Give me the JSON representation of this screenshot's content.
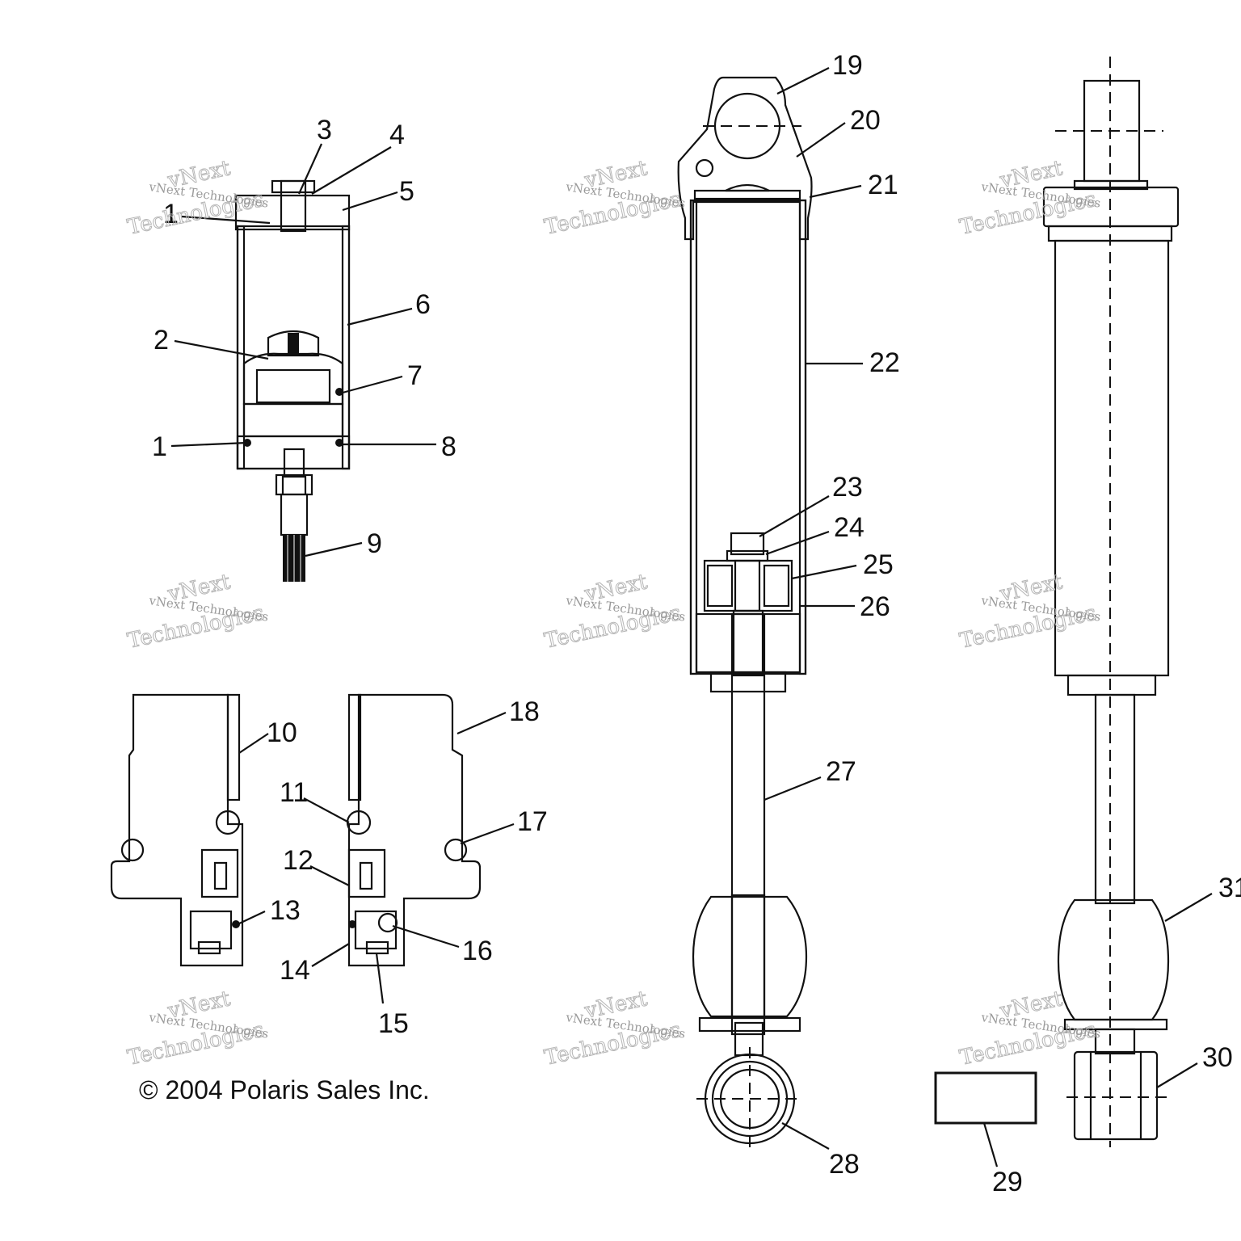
{
  "copyright": "© 2004 Polaris Sales Inc.",
  "watermark": {
    "line1": "vNext Technologies",
    "line2": "vNext",
    "line3": "Technologies"
  },
  "callouts": {
    "c1a": "1",
    "c1b": "1",
    "c2": "2",
    "c3": "3",
    "c4": "4",
    "c5": "5",
    "c6": "6",
    "c7": "7",
    "c8": "8",
    "c9": "9",
    "c10": "10",
    "c11": "11",
    "c12": "12",
    "c13": "13",
    "c14": "14",
    "c15": "15",
    "c16": "16",
    "c17": "17",
    "c18": "18",
    "c19": "19",
    "c20": "20",
    "c21": "21",
    "c22": "22",
    "c23": "23",
    "c24": "24",
    "c25": "25",
    "c26": "26",
    "c27": "27",
    "c28": "28",
    "c29": "29",
    "c30": "30",
    "c31": "31"
  }
}
